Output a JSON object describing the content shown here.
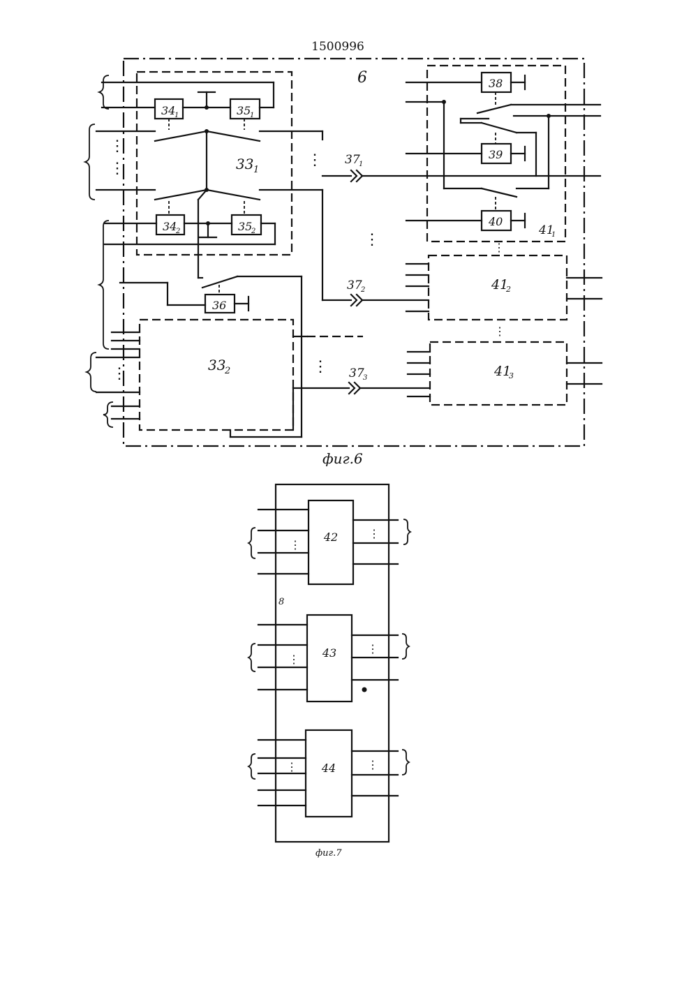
{
  "patent_number": "1500996",
  "fig6": {
    "caption": "фиг.6",
    "outer_label": "6",
    "blocks": {
      "b34_1": "34",
      "b35_1": "35",
      "b33_1": "33",
      "b34_2": "34",
      "b35_2": "35",
      "b36": "36",
      "b33_2": "33",
      "b38": "38",
      "b39": "39",
      "b40": "40",
      "b41_1": "41",
      "b41_2": "41",
      "b41_3": "41"
    },
    "subscripts": {
      "s34_1": "1",
      "s35_1": "1",
      "s33_1": "1",
      "s34_2": "2",
      "s35_2": "2",
      "s33_2": "2",
      "s41_1": "1",
      "s41_2": "2",
      "s41_3": "3",
      "s37_1": "1",
      "s37_2": "2",
      "s37_3": "3"
    },
    "connectors": {
      "c37_1": "37",
      "c37_2": "37",
      "c37_3": "37"
    }
  },
  "fig7": {
    "caption": "фиг.7",
    "outer_label": "8",
    "blocks": {
      "b42": "42",
      "b43": "43",
      "b44": "44"
    }
  }
}
